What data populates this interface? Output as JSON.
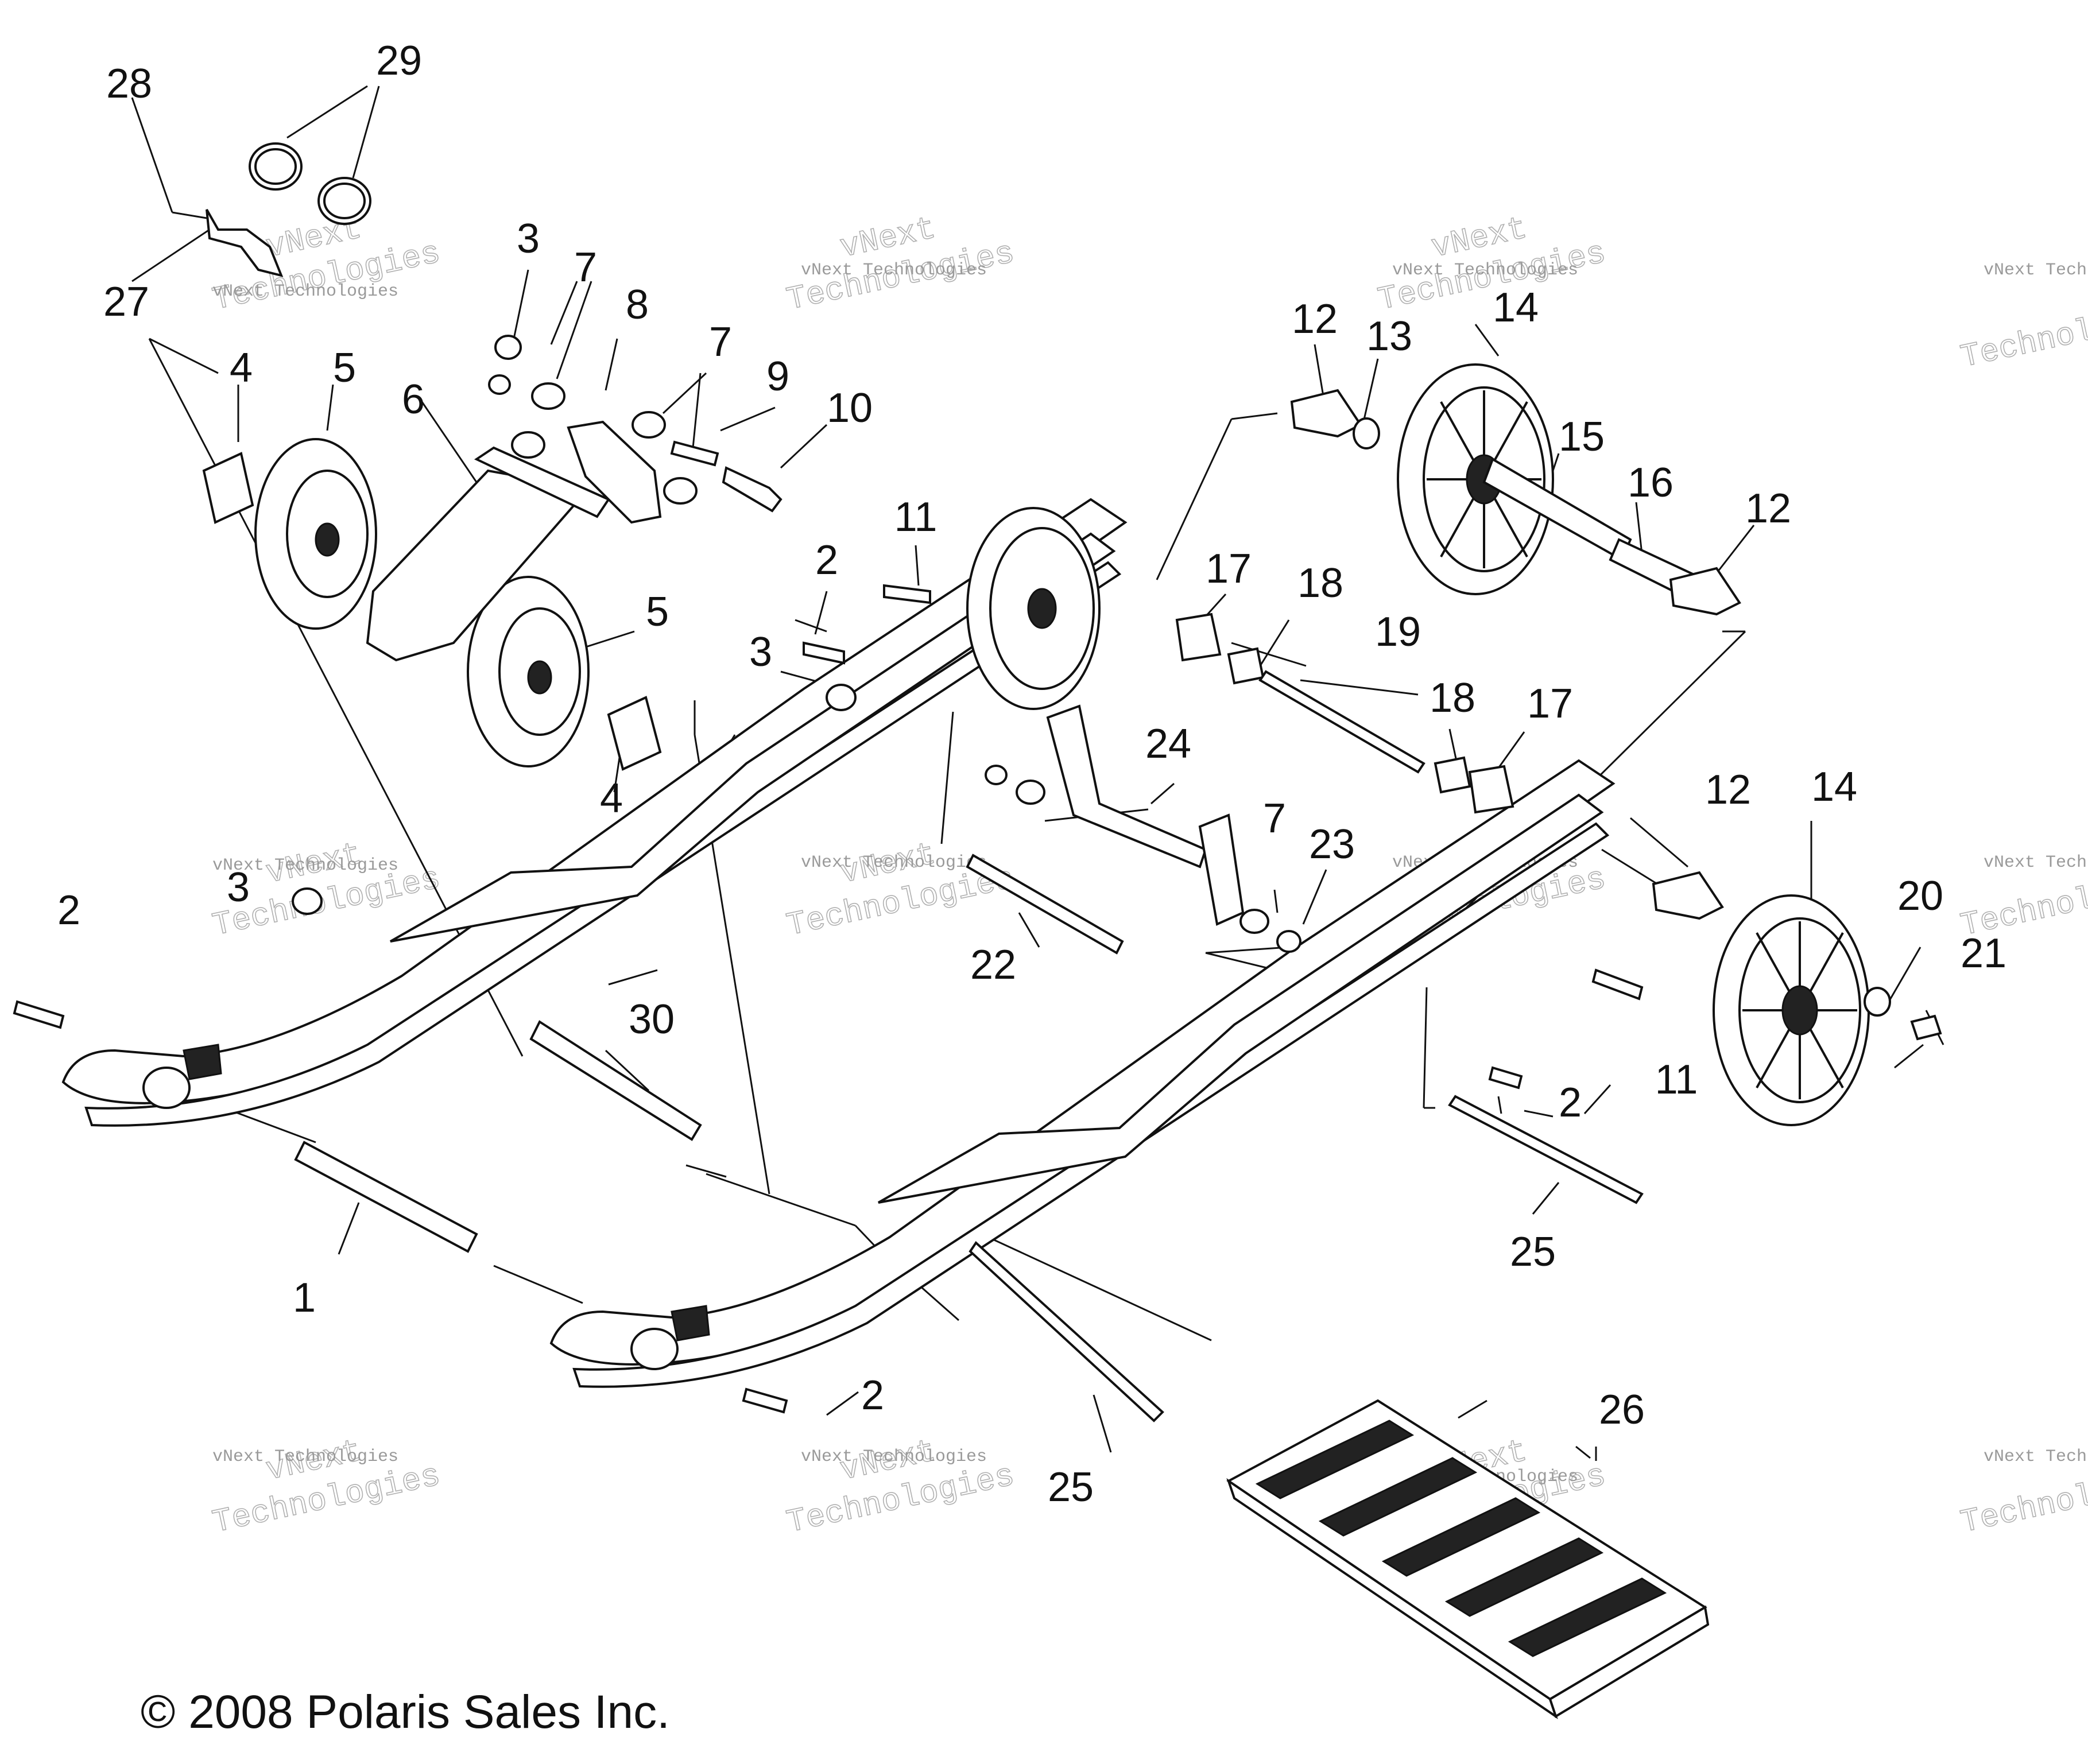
{
  "callouts": [
    {
      "id": "28",
      "label": "28"
    },
    {
      "id": "29",
      "label": "29"
    },
    {
      "id": "27",
      "label": "27"
    },
    {
      "id": "3a",
      "label": "3"
    },
    {
      "id": "7a",
      "label": "7"
    },
    {
      "id": "8",
      "label": "8"
    },
    {
      "id": "4a",
      "label": "4"
    },
    {
      "id": "5a",
      "label": "5"
    },
    {
      "id": "6",
      "label": "6"
    },
    {
      "id": "7b",
      "label": "7"
    },
    {
      "id": "9",
      "label": "9"
    },
    {
      "id": "10",
      "label": "10"
    },
    {
      "id": "5b",
      "label": "5"
    },
    {
      "id": "11a",
      "label": "11"
    },
    {
      "id": "2a",
      "label": "2"
    },
    {
      "id": "3b",
      "label": "3"
    },
    {
      "id": "4b",
      "label": "4"
    },
    {
      "id": "12a",
      "label": "12"
    },
    {
      "id": "13",
      "label": "13"
    },
    {
      "id": "14a",
      "label": "14"
    },
    {
      "id": "15",
      "label": "15"
    },
    {
      "id": "16",
      "label": "16"
    },
    {
      "id": "12b",
      "label": "12"
    },
    {
      "id": "17a",
      "label": "17"
    },
    {
      "id": "18a",
      "label": "18"
    },
    {
      "id": "19",
      "label": "19"
    },
    {
      "id": "18b",
      "label": "18"
    },
    {
      "id": "17b",
      "label": "17"
    },
    {
      "id": "24",
      "label": "24"
    },
    {
      "id": "7c",
      "label": "7"
    },
    {
      "id": "23",
      "label": "23"
    },
    {
      "id": "22",
      "label": "22"
    },
    {
      "id": "12c",
      "label": "12"
    },
    {
      "id": "14b",
      "label": "14"
    },
    {
      "id": "20",
      "label": "20"
    },
    {
      "id": "21",
      "label": "21"
    },
    {
      "id": "11b",
      "label": "11"
    },
    {
      "id": "2b",
      "label": "2"
    },
    {
      "id": "3c",
      "label": "3"
    },
    {
      "id": "2c",
      "label": "2"
    },
    {
      "id": "30",
      "label": "30"
    },
    {
      "id": "1",
      "label": "1"
    },
    {
      "id": "25a",
      "label": "25"
    },
    {
      "id": "2d",
      "label": "2"
    },
    {
      "id": "25b",
      "label": "25"
    },
    {
      "id": "26",
      "label": "26"
    }
  ],
  "watermark": {
    "line1": "vNext Technologies",
    "line2": "vNext",
    "line3": "Technologies"
  },
  "copyright": "© 2008 Polaris Sales Inc."
}
